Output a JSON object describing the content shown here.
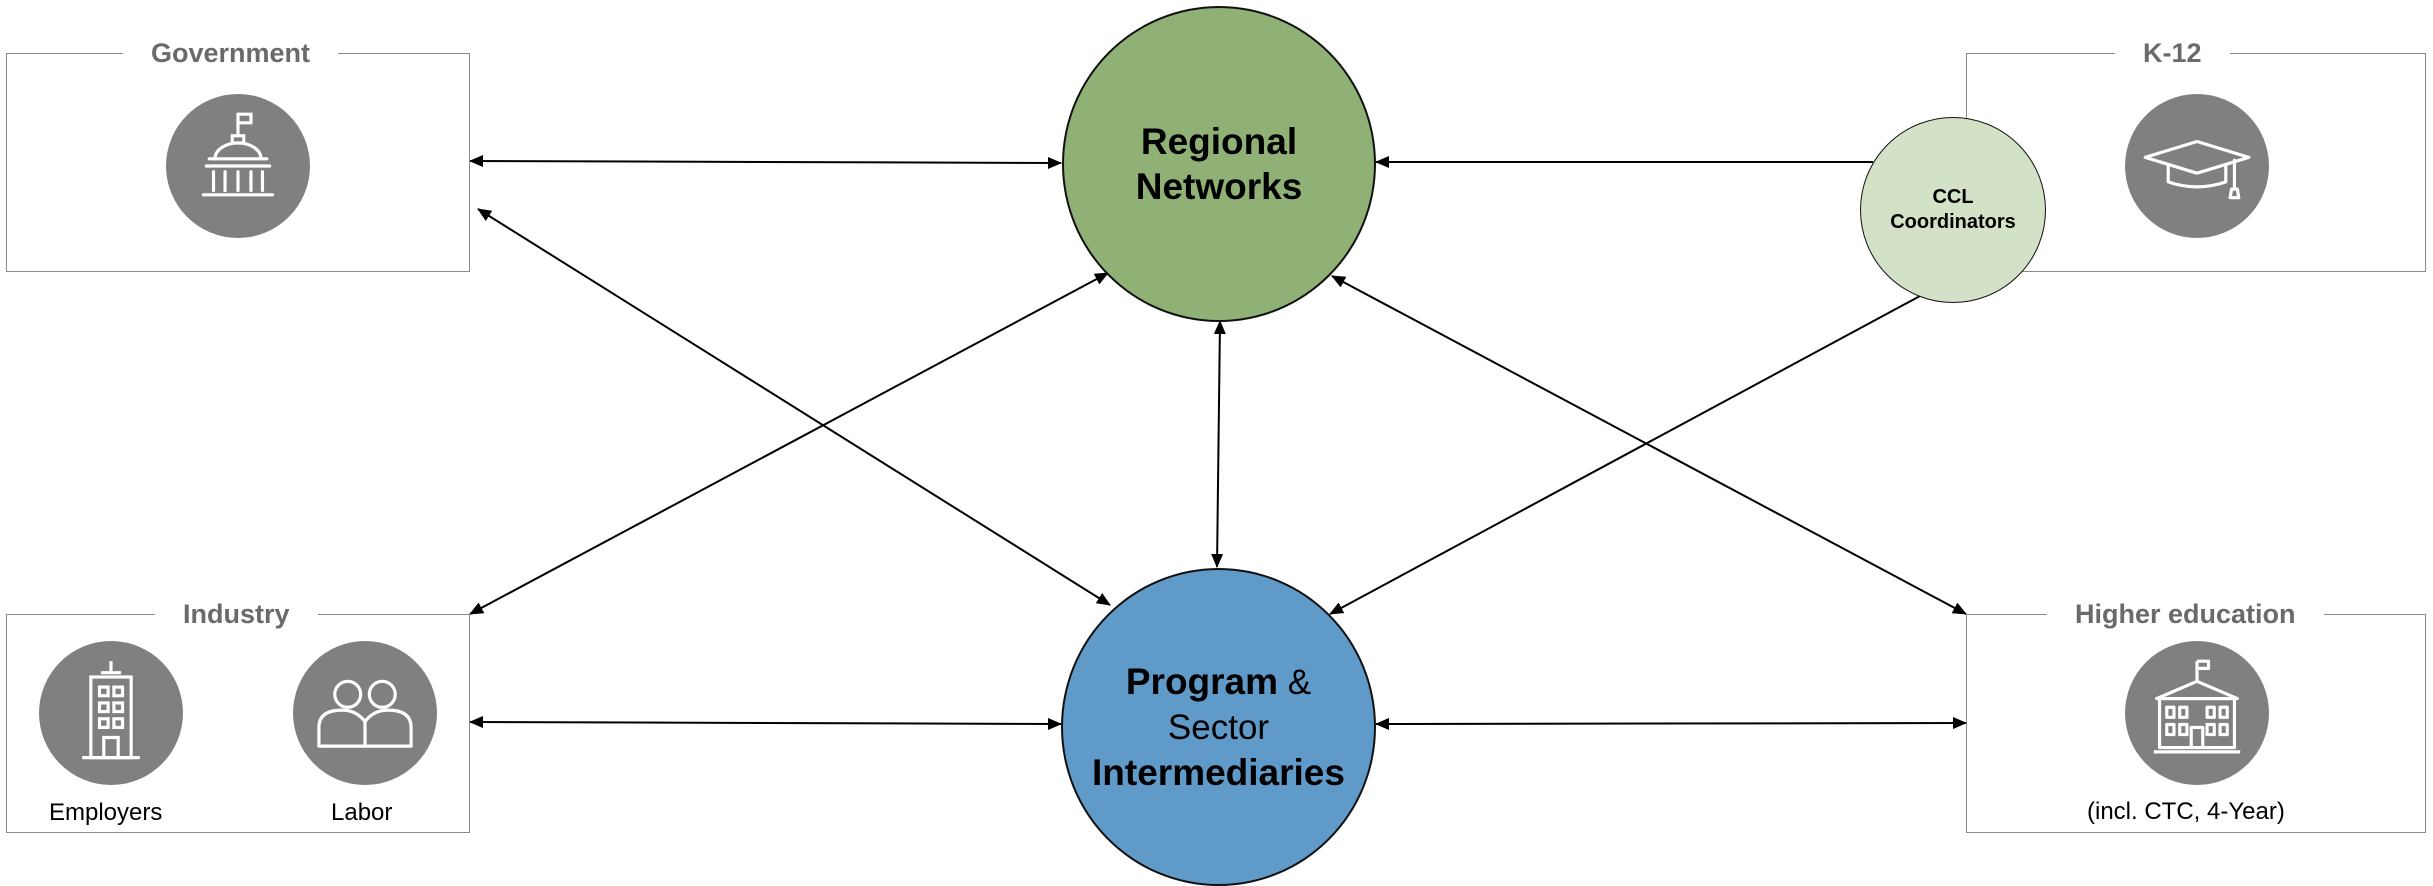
{
  "boxes": {
    "government": {
      "title": "Government"
    },
    "k12": {
      "title": "K-12"
    },
    "industry": {
      "title": "Industry",
      "employers": "Employers",
      "labor": "Labor"
    },
    "higher_ed": {
      "title": "Higher education",
      "caption": "(incl. CTC, 4-Year)"
    }
  },
  "nodes": {
    "regional": {
      "line1": "Regional",
      "line2": "Networks"
    },
    "program": {
      "bold1": "Program",
      "amp": " &",
      "line2": "Sector",
      "bold3": "Intermediaries"
    },
    "ccl": {
      "line1": "CCL",
      "line2": "Coordinators"
    }
  },
  "colors": {
    "regional": "#8fb176",
    "program": "#5f9ac9",
    "ccl": "#d3e2c6",
    "icon": "#808080",
    "box_border": "#8a8a8a",
    "title_text": "#6a6a6a"
  },
  "icons": {
    "government": "capitol-building-icon",
    "k12": "graduation-cap-icon",
    "employers": "office-building-icon",
    "labor": "people-icon",
    "higher_ed": "university-building-icon"
  }
}
